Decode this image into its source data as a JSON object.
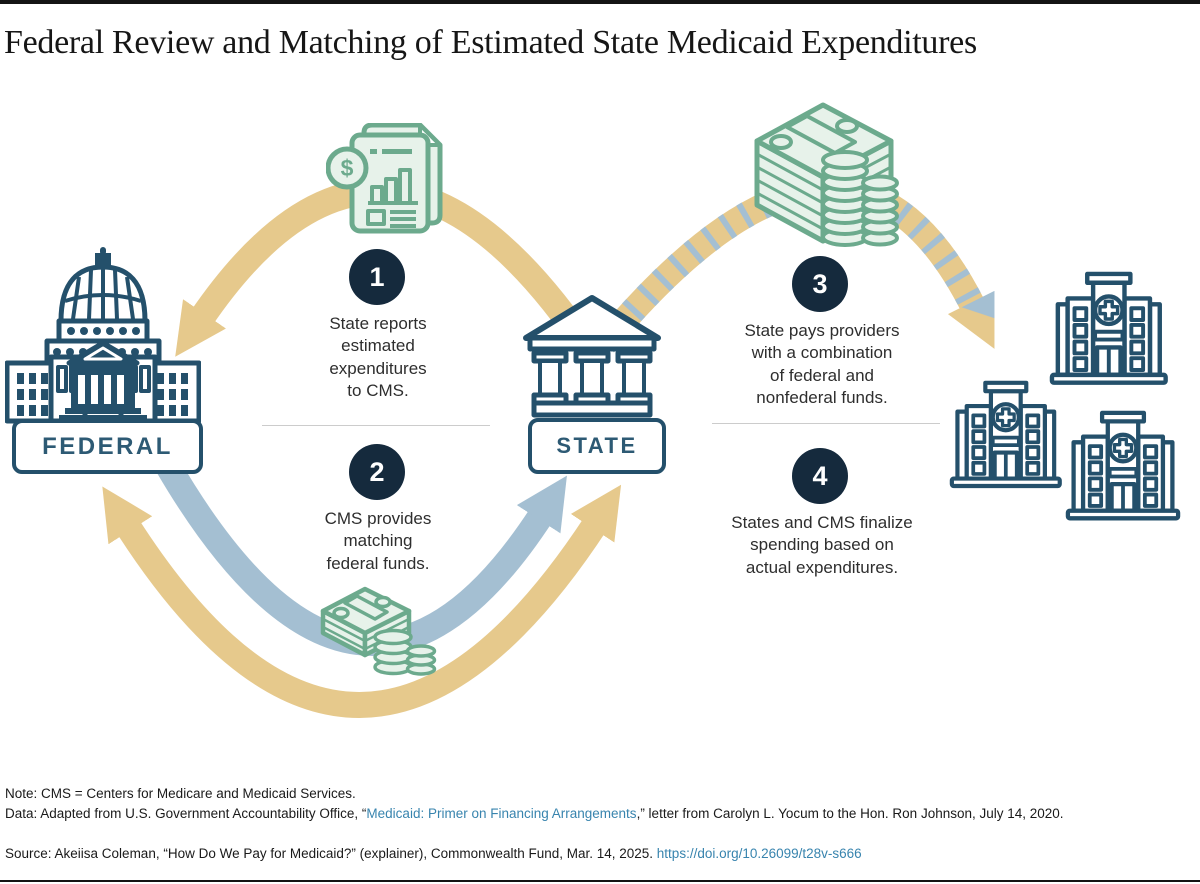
{
  "title": "Federal Review and Matching of Estimated State Medicaid Expenditures",
  "entities": {
    "federal_label": "FEDERAL",
    "state_label": "STATE"
  },
  "steps": [
    {
      "number": "1",
      "lines": [
        "State reports",
        "estimated",
        "expenditures",
        "to CMS."
      ]
    },
    {
      "number": "2",
      "lines": [
        "CMS provides",
        "matching",
        "federal funds."
      ]
    },
    {
      "number": "3",
      "lines": [
        "State pays providers",
        "with a combination",
        "of federal and",
        "nonfederal funds."
      ]
    },
    {
      "number": "4",
      "lines": [
        "States and CMS finalize",
        "spending based on",
        "actual expenditures."
      ]
    }
  ],
  "icons": {
    "dollar_sign": "$",
    "legend": [
      "capitol-federal-building",
      "state-building",
      "report-document",
      "money-stack-large",
      "money-stack-small",
      "hospital-buildings"
    ]
  },
  "colors": {
    "federal_funds_yellow": "#e6c98c",
    "state_funds_blue": "#a4bfd2",
    "step_circle_navy": "#152a3d",
    "building_teal": "#24506b",
    "money_green": "#6caa8d",
    "money_green_fill": "#e7f2ea",
    "link_blue": "#3884ae"
  },
  "footer": {
    "note": "Note: CMS = Centers for Medicare and Medicaid Services.",
    "data_prefix": "Data: Adapted from U.S. Government Accountability Office, “",
    "data_link": "Medicaid: Primer on Financing Arrangements",
    "data_suffix": ",” letter from Carolyn L. Yocum to the Hon. Ron Johnson, July 14, 2020.",
    "source_prefix": "Source: Akeiisa Coleman, “How Do We Pay for Medicaid?” (explainer), Commonwealth Fund, Mar. 14, 2025. ",
    "source_link": "https://doi.org/10.26099/t28v-s666"
  }
}
